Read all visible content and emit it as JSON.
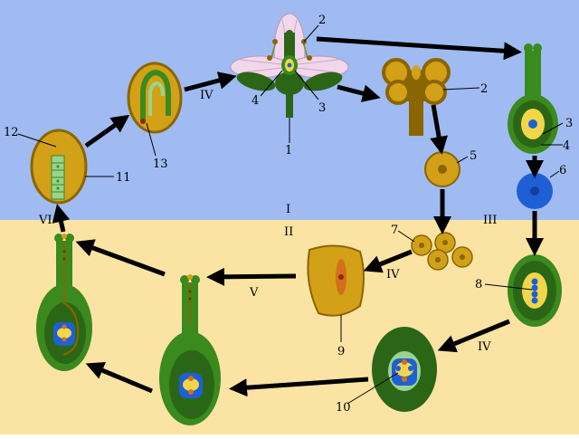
{
  "colors": {
    "upper_background": "#9fbbf2",
    "lower_background": "#fbe3a4",
    "dark_green": "#2b6616",
    "green": "#3a8a1e",
    "light_green": "#9ad38f",
    "gold": "#d2a117",
    "brown": "#8a6500",
    "yellow": "#f2d648",
    "blue": "#1f5fd6",
    "petal_pink": "#f2d6ec",
    "orange": "#d2701a"
  },
  "numbers": {
    "n1": "1",
    "n2a": "2",
    "n2b": "2",
    "n3a": "3",
    "n3b": "3",
    "n4a": "4",
    "n4b": "4",
    "n5": "5",
    "n6": "6",
    "n7": "7",
    "n8": "8",
    "n9": "9",
    "n10": "10",
    "n11": "11",
    "n12": "12",
    "n13": "13"
  },
  "roman": {
    "r_I": "I",
    "r_II": "II",
    "r_III": "III",
    "r_IV_top": "IV",
    "r_IV_mid": "IV",
    "r_IV_right": "IV",
    "r_V": "V",
    "r_VI": "VI"
  }
}
